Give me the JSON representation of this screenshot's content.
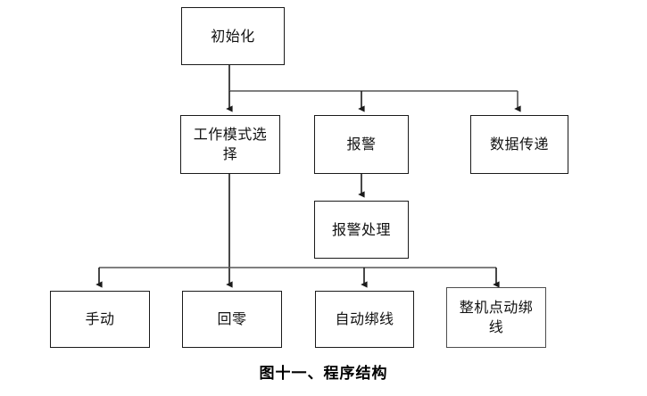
{
  "figure": {
    "caption": "图十一、程序结构",
    "background_color": "#ffffff",
    "line_color": "#1a1a1a",
    "bus_color": "#555555",
    "text_color": "#111111"
  },
  "nodes": {
    "init": {
      "label": "初始化"
    },
    "work_mode_select": {
      "label": "工作模式选\n择"
    },
    "alarm": {
      "label": "报警"
    },
    "data_transfer": {
      "label": "数据传递"
    },
    "alarm_handling": {
      "label": "报警处理"
    },
    "manual": {
      "label": "手动"
    },
    "return_zero": {
      "label": "回零"
    },
    "auto_bind_wire": {
      "label": "自动绑线"
    },
    "machine_jog_bind_wire": {
      "label": "整机点动绑\n线"
    }
  },
  "chart_data": {
    "type": "diagram",
    "title": "图十一、程序结构",
    "diagram_kind": "flowchart-tree",
    "levels": [
      {
        "level": 1,
        "nodes": [
          "初始化"
        ]
      },
      {
        "level": 2,
        "nodes": [
          "工作模式选择",
          "报警",
          "数据传递"
        ]
      },
      {
        "level": 3,
        "nodes": [
          "报警处理"
        ]
      },
      {
        "level": 4,
        "nodes": [
          "手动",
          "回零",
          "自动绑线",
          "整机点动绑线"
        ]
      }
    ],
    "edges": [
      {
        "from": "初始化",
        "to": "工作模式选择",
        "style": "orthogonal-arrow"
      },
      {
        "from": "初始化",
        "to": "报警",
        "style": "orthogonal-arrow"
      },
      {
        "from": "初始化",
        "to": "数据传递",
        "style": "orthogonal-arrow"
      },
      {
        "from": "报警",
        "to": "报警处理",
        "style": "straight-arrow"
      },
      {
        "from": "工作模式选择",
        "to": "手动",
        "style": "orthogonal-arrow"
      },
      {
        "from": "工作模式选择",
        "to": "回零",
        "style": "straight-arrow"
      },
      {
        "from": "工作模式选择",
        "to": "自动绑线",
        "style": "orthogonal-arrow"
      },
      {
        "from": "工作模式选择",
        "to": "整机点动绑线",
        "style": "orthogonal-arrow"
      }
    ]
  }
}
